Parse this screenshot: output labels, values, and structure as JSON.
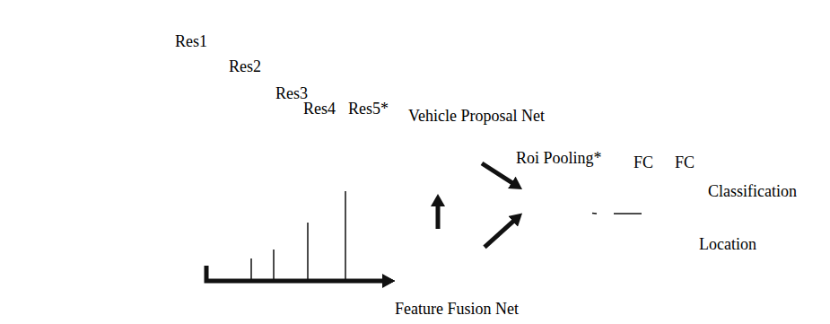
{
  "diagram": {
    "nodes": [
      {
        "text": [
          "Res1"
        ]
      },
      {
        "text": [
          "Res2"
        ]
      },
      {
        "text": [
          "Res3"
        ]
      },
      {
        "text": [
          "Res4"
        ]
      },
      {
        "text": [
          "Res5*"
        ]
      },
      {
        "text": [
          "Vehicle Proposal Net"
        ]
      },
      {
        "text": [
          "Feature Fusion Net"
        ]
      },
      {
        "text": [
          "Roi Pooling*"
        ]
      },
      {
        "text": [
          "FC"
        ]
      },
      {
        "text": [
          "FC"
        ]
      }
    ],
    "edges": [
      {
        "from": 0,
        "to": 1,
        "arrow": "to"
      },
      {
        "from": 1,
        "to": 2,
        "arrow": "to"
      },
      {
        "from": 2,
        "to": 3,
        "arrow": "to"
      },
      {
        "from": 3,
        "to": 4,
        "arrow": "to"
      },
      {
        "from": 0,
        "to": 6,
        "arrow": "to"
      },
      {
        "from": 1,
        "to": 6,
        "arrow": "to"
      },
      {
        "from": 2,
        "to": 6,
        "arrow": "to"
      },
      {
        "from": 3,
        "to": 6,
        "arrow": "to"
      },
      {
        "from": 4,
        "to": 6,
        "arrow": "to"
      },
      {
        "from": 6,
        "to": 5,
        "arrow": "to"
      },
      {
        "from": 5,
        "to": 7,
        "arrow": "to"
      },
      {
        "from": 6,
        "to": 7,
        "arrow": "to"
      },
      {
        "from": 7,
        "to": 8,
        "arrow": "none"
      },
      {
        "from": 8,
        "to": 9,
        "arrow": "none"
      }
    ],
    "labels": [
      "Classification",
      "Location"
    ]
  }
}
